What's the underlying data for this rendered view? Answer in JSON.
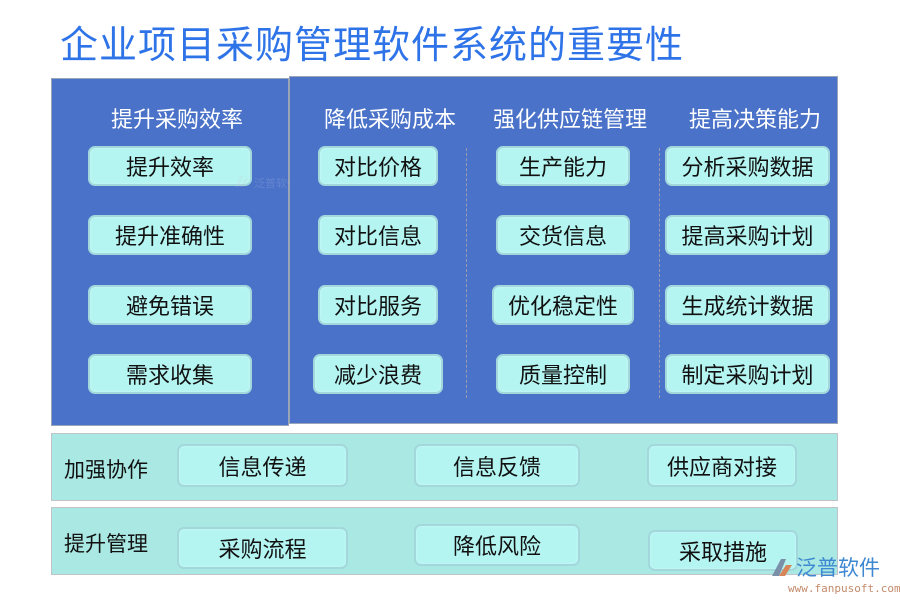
{
  "title": "企业项目采购管理软件系统的重要性",
  "colors": {
    "title": "#2E74E8",
    "panel_bg": "#4A72C8",
    "button_bg": "#B4F5F2",
    "band_bg": "#A9E8E3",
    "header_text": "#FFFFFF"
  },
  "columns": [
    {
      "heading": "提升采购效率",
      "items": [
        "提升效率",
        "提升准确性",
        "避免错误",
        "需求收集"
      ]
    },
    {
      "heading": "降低采购成本",
      "items": [
        "对比价格",
        "对比信息",
        "对比服务",
        "减少浪费"
      ]
    },
    {
      "heading": "强化供应链管理",
      "items": [
        "生产能力",
        "交货信息",
        "优化稳定性",
        "质量控制"
      ]
    },
    {
      "heading": "提高决策能力",
      "items": [
        "分析采购数据",
        "提高采购计划",
        "生成统计数据",
        "制定采购计划"
      ]
    }
  ],
  "bands": [
    {
      "label": "加强协作",
      "items": [
        "信息传递",
        "信息反馈",
        "供应商对接"
      ]
    },
    {
      "label": "提升管理",
      "items": [
        "采购流程",
        "降低风险",
        "采取措施"
      ]
    }
  ],
  "watermark": {
    "brand": "泛普软件",
    "url": "www.fanpusoft.com"
  }
}
